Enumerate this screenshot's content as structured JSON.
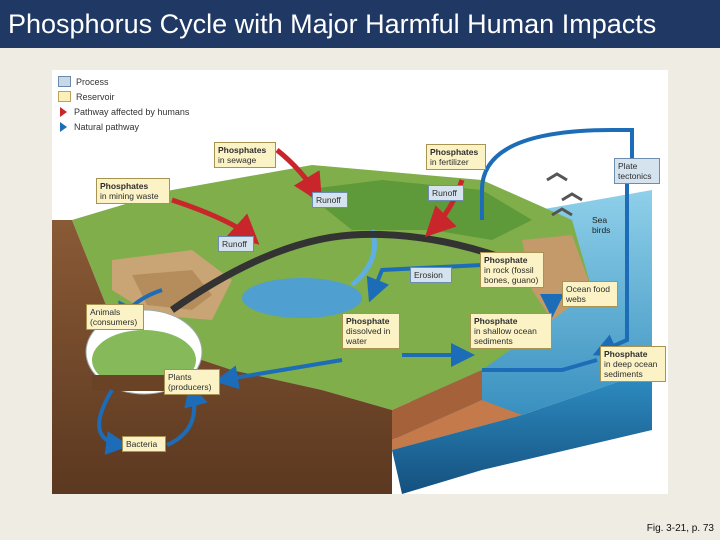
{
  "slide": {
    "title": "Phosphorus Cycle with Major Harmful Human Impacts",
    "caption": "Fig. 3-21, p. 73"
  },
  "legend": {
    "process": "Process",
    "reservoir": "Reservoir",
    "human_pathway": "Pathway affected by humans",
    "natural_pathway": "Natural pathway"
  },
  "colors": {
    "title_bar": "#1f3864",
    "process": "#d5e3ef",
    "reservoir": "#fbf3c6",
    "human_arrow": "#c9262c",
    "natural_arrow": "#1d6cb7"
  },
  "labels": {
    "sewage": {
      "title": "Phosphates",
      "sub": "in sewage"
    },
    "fertilizer": {
      "title": "Phosphates",
      "sub": "in fertilizer"
    },
    "mining": {
      "title": "Phosphates",
      "sub": "in mining waste"
    },
    "runoff1": "Runoff",
    "runoff2": "Runoff",
    "runoff3": "Runoff",
    "plate": "Plate tectonics",
    "seabirds": "Sea birds",
    "rock": {
      "title": "Phosphate",
      "sub": "in rock (fossil bones, guano)"
    },
    "erosion": "Erosion",
    "foodwebs": "Ocean food webs",
    "animals": "Animals (consumers)",
    "dissolved": {
      "title": "Phosphate",
      "sub": "dissolved in water"
    },
    "shallow": {
      "title": "Phosphate",
      "sub": "in shallow ocean sediments"
    },
    "deep": {
      "title": "Phosphate",
      "sub": "in deep ocean sediments"
    },
    "plants": "Plants (producers)",
    "bacteria": "Bacteria"
  }
}
